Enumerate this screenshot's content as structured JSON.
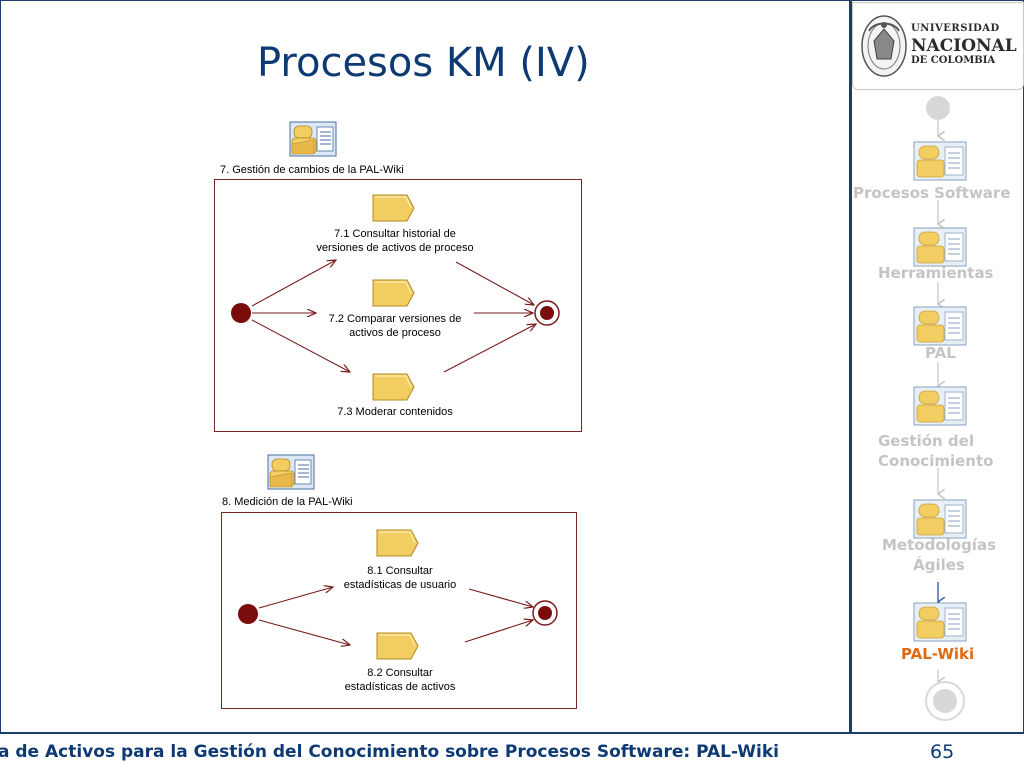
{
  "slide": {
    "title": "Procesos KM (IV)",
    "footer": "a de Activos para la Gestión del Conocimiento sobre Procesos Software: PAL-Wiki",
    "page_number": "65"
  },
  "logo": {
    "line1": "UNIVERSIDAD",
    "line2": "NACIONAL",
    "line3": "DE COLOMBIA"
  },
  "diagram1": {
    "name": "7. Gestión de cambios de la PAL-Wiki",
    "activities": [
      {
        "line1": "7.1 Consultar historial de",
        "line2": "versiones de activos de proceso"
      },
      {
        "line1": "7.2 Comparar versiones de",
        "line2": "activos de proceso"
      },
      {
        "line1": "7.3 Moderar contenidos",
        "line2": ""
      }
    ]
  },
  "diagram2": {
    "name": "8. Medición de la PAL-Wiki",
    "activities": [
      {
        "line1": "8.1 Consultar",
        "line2": "estadísticas de usuario"
      },
      {
        "line1": "8.2 Consultar",
        "line2": "estadísticas de activos"
      }
    ]
  },
  "nav": {
    "items": [
      {
        "line1": "Procesos Software",
        "line2": "",
        "active": false
      },
      {
        "line1": "Herramientas",
        "line2": "",
        "active": false
      },
      {
        "line1": "PAL",
        "line2": "",
        "active": false
      },
      {
        "line1": "Gestión del",
        "line2": "Conocimiento",
        "active": false
      },
      {
        "line1": "Metodologías",
        "line2": "Ágiles",
        "active": false
      },
      {
        "line1": "PAL-Wiki",
        "line2": "",
        "active": true
      }
    ]
  },
  "colors": {
    "brand_blue": "#0e3a73",
    "diagram_border": "#7a2424",
    "node_red": "#7a0c0c",
    "activity_fill": "#f1cd62",
    "nav_inactive": "#c4c4c4",
    "nav_active": "#e06a10"
  }
}
